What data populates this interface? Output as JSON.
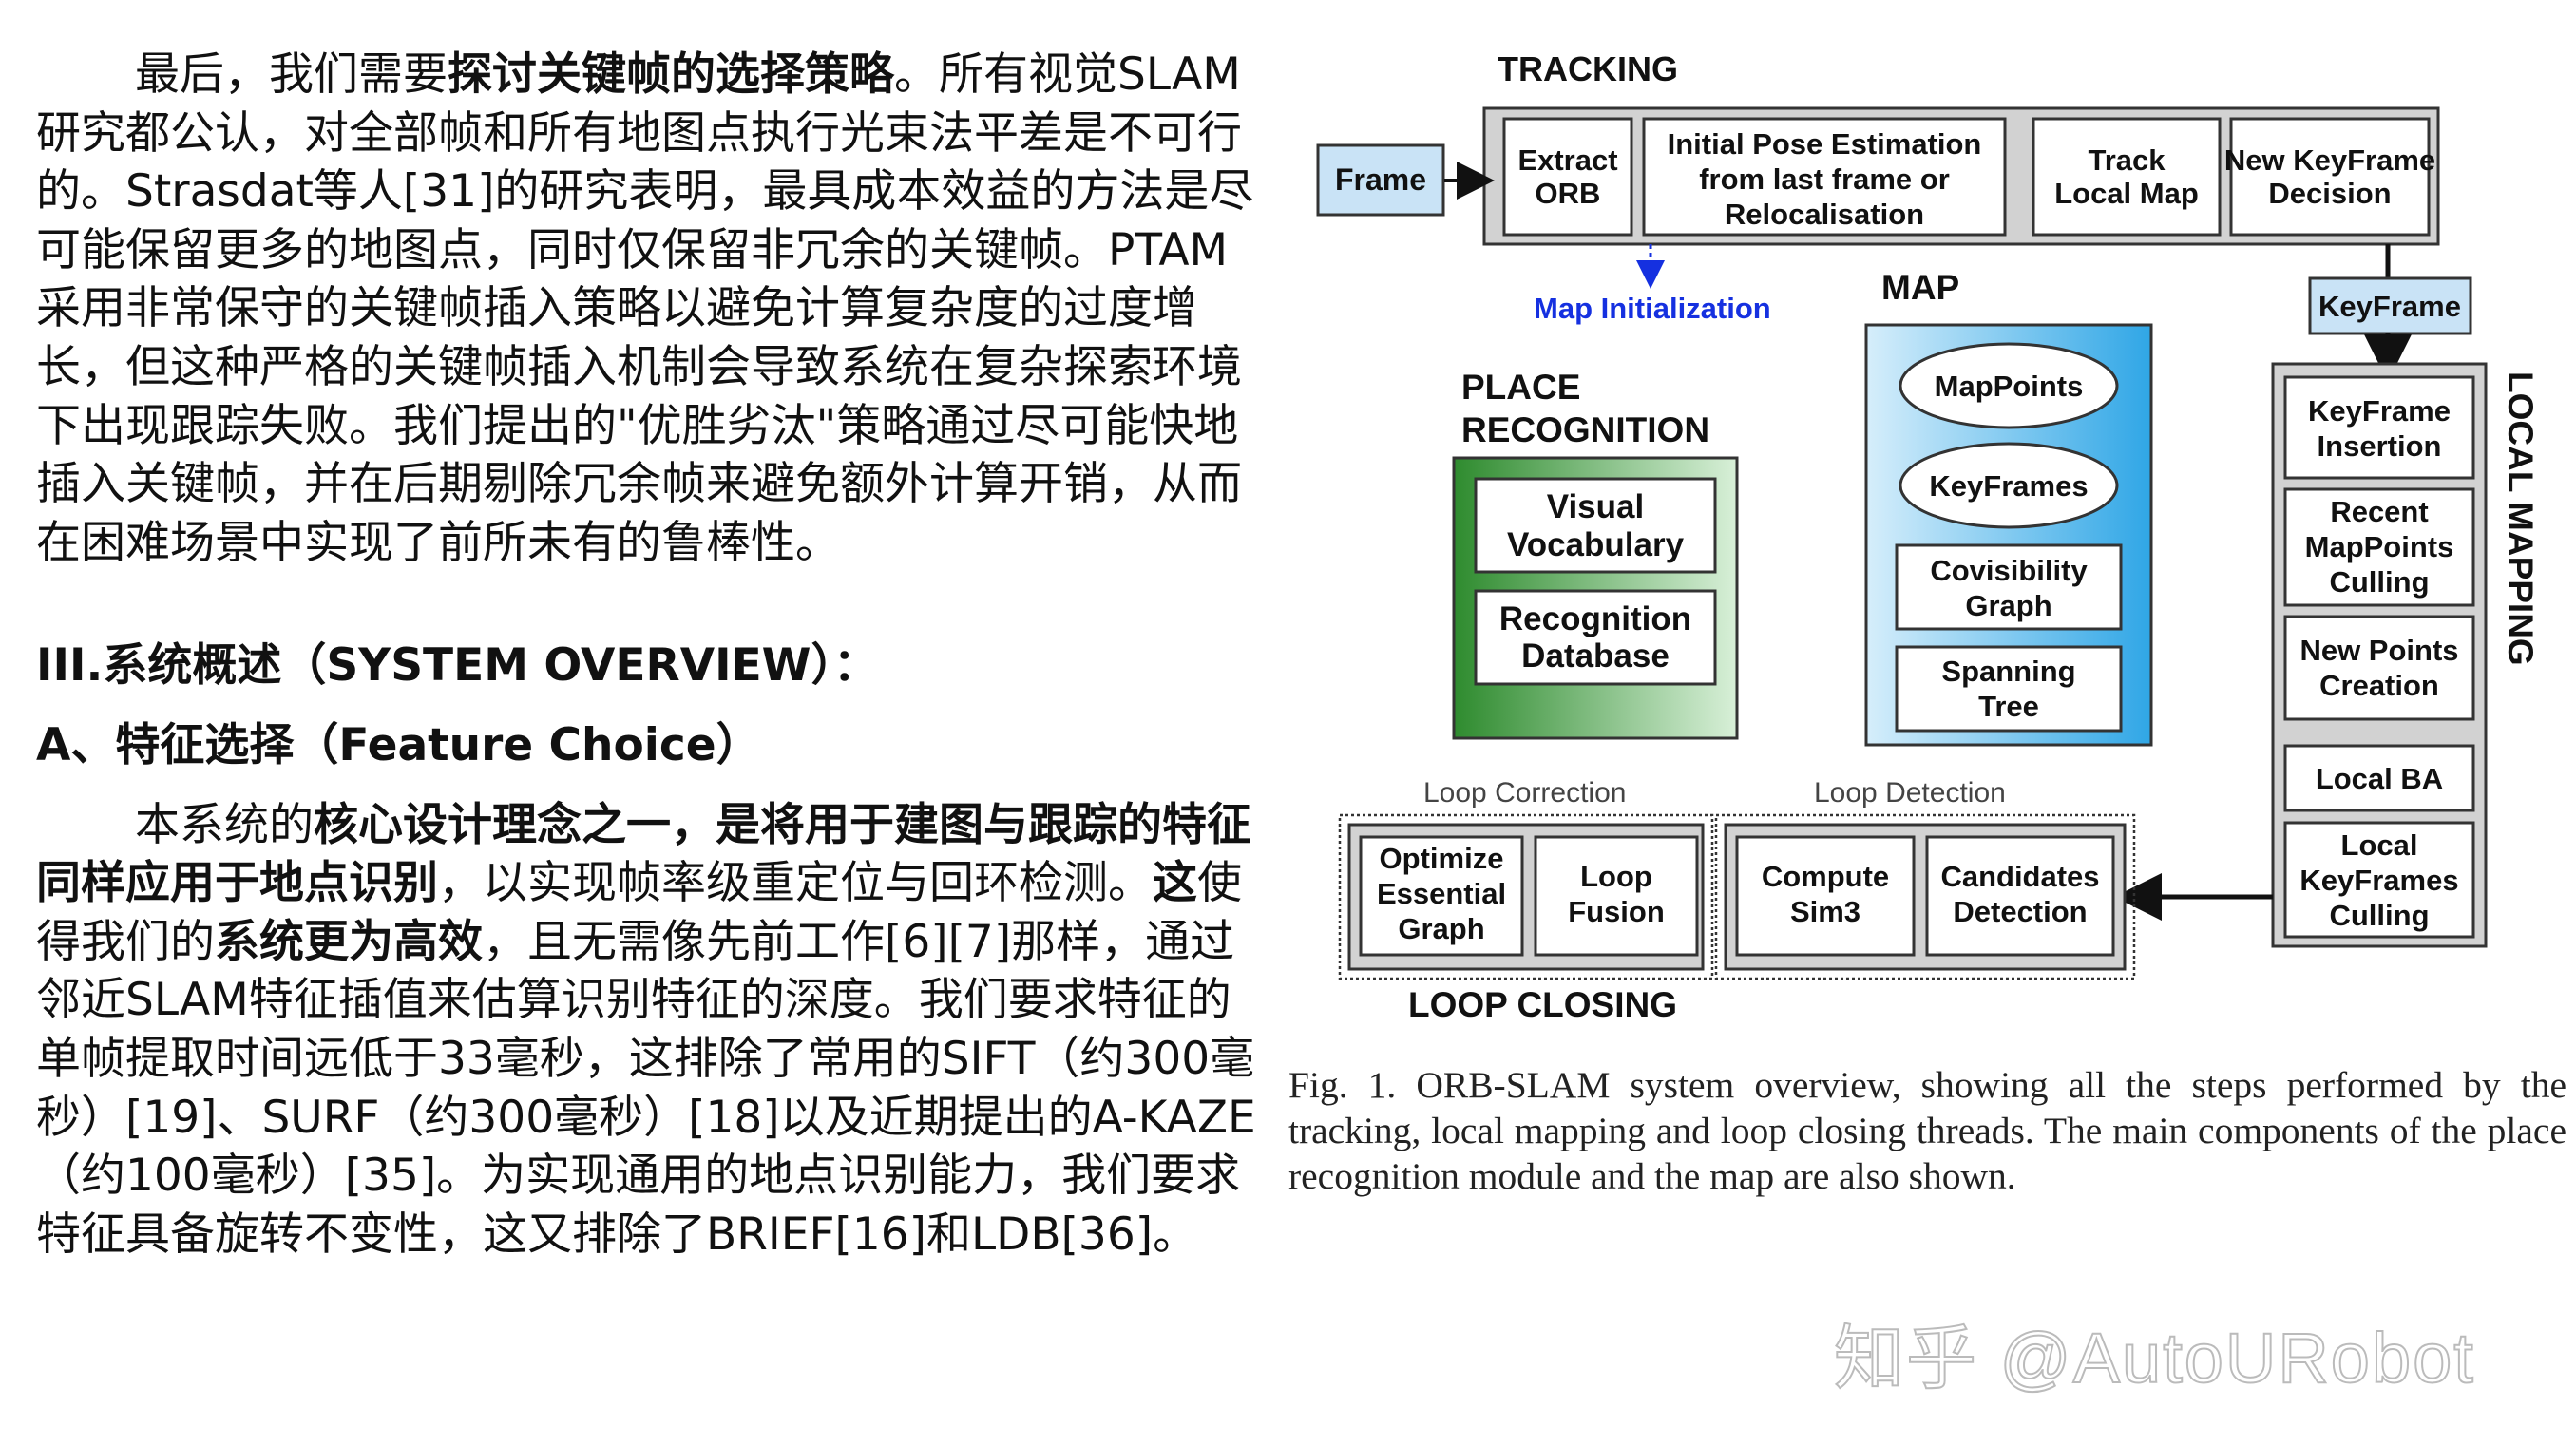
{
  "article": {
    "p1_a": "最后，我们需要",
    "p1_b": "探讨关键帧的选择策略",
    "p1_c": "。所有视觉SLAM研究都公认，对全部帧和所有地图点执行光束法平差是不可行的。Strasdat等人[31]的研究表明，最具成本效益的方法是尽可能保留更多的地图点，同时仅保留非冗余的关键帧。PTAM采用非常保守的关键帧插入策略以避免计算复杂度的过度增长，但这种严格的关键帧插入机制会导致系统在复杂探索环境下出现跟踪失败。我们提出的\"优胜劣汰\"策略通过尽可能快地插入关键帧，并在后期剔除冗余帧来避免额外计算开销，从而在困难场景中实现了前所未有的鲁棒性。",
    "section_heading": "III.系统概述（SYSTEM OVERVIEW）：",
    "subsection_heading": "A、特征选择（Feature Choice）",
    "p2_a": "本系统的",
    "p2_b": "核心设计理念之一，是将用于建图与跟踪的特征同样应用于地点识别",
    "p2_c": "，以实现帧率级重定位与回环检测。",
    "p2_d": "这",
    "p2_e": "使得我们的",
    "p2_f": "系统更为高效",
    "p2_g": "，且无需像先前工作[6][7]那样，通过邻近SLAM特征插值来估算识别特征的深度。我们要求特征的单帧提取时间远低于33毫秒，这排除了常用的SIFT（约300毫秒）[19]、SURF（约300毫秒）[18]以及近期提出的A-KAZE（约100毫秒）[35]。为实现通用的地点识别能力，我们要求特征具备旋转不变性，这又排除了BRIEF[16]和LDB[36]。"
  },
  "diagram": {
    "tracking": {
      "title": "TRACKING",
      "frame": "Frame",
      "extract_orb": [
        "Extract",
        "ORB"
      ],
      "initial_pose": [
        "Initial Pose Estimation",
        "from last frame or",
        "Relocalisation"
      ],
      "track_local_map": [
        "Track",
        "Local Map"
      ],
      "new_keyframe_decision": [
        "New KeyFrame",
        "Decision"
      ]
    },
    "map_initialization": "Map Initialization",
    "keyframe": "KeyFrame",
    "place_recognition": {
      "title": [
        "PLACE",
        "RECOGNITION"
      ],
      "visual_vocabulary": [
        "Visual",
        "Vocabulary"
      ],
      "recognition_database": [
        "Recognition",
        "Database"
      ]
    },
    "map": {
      "title": "MAP",
      "mappoints": "MapPoints",
      "keyframes": "KeyFrames",
      "covisibility_graph": [
        "Covisibility",
        "Graph"
      ],
      "spanning_tree": [
        "Spanning",
        "Tree"
      ]
    },
    "local_mapping": {
      "title": "LOCAL MAPPING",
      "keyframe_insertion": [
        "KeyFrame",
        "Insertion"
      ],
      "recent_mappoints_culling": [
        "Recent",
        "MapPoints",
        "Culling"
      ],
      "new_points_creation": [
        "New Points",
        "Creation"
      ],
      "local_ba": "Local BA",
      "local_keyframes_culling": [
        "Local",
        "KeyFrames",
        "Culling"
      ]
    },
    "loop_closing": {
      "title": "LOOP CLOSING",
      "loop_correction": "Loop Correction",
      "loop_detection": "Loop Detection",
      "optimize_essential_graph": [
        "Optimize",
        "Essential",
        "Graph"
      ],
      "loop_fusion": [
        "Loop",
        "Fusion"
      ],
      "compute_sim3": [
        "Compute",
        "Sim3"
      ],
      "candidates_detection": [
        "Candidates",
        "Detection"
      ]
    }
  },
  "caption": "Fig. 1.   ORB-SLAM system overview, showing all the steps performed by the tracking, local mapping and loop closing threads. The main components of the place recognition module and the map are also shown.",
  "watermark": "知乎 @AutoURobot",
  "colors": {
    "frame_box": "#c9e3f6",
    "map_blue": "#3aaee8",
    "place_green": "#2e8b2e",
    "map_init_blue": "#1530e0",
    "box_gray": "#cfcfcf"
  }
}
